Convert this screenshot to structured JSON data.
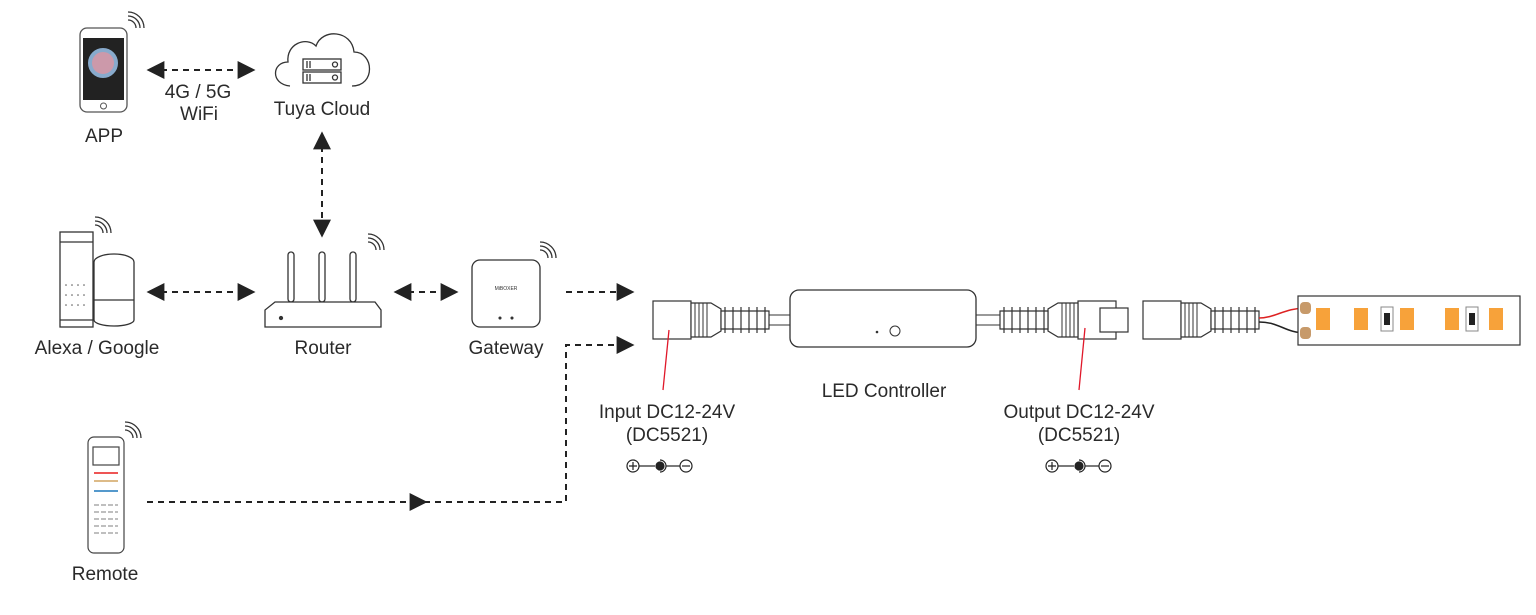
{
  "nodes": {
    "app": "APP",
    "cloud": "Tuya Cloud",
    "link_app_cloud": [
      "4G / 5G",
      "WiFi"
    ],
    "voice": "Alexa / Google",
    "router": "Router",
    "gateway": "Gateway",
    "remote": "Remote",
    "controller": "LED Controller",
    "gateway_brand": "MiBOXER"
  },
  "ports": {
    "input": {
      "title": "Input DC12-24V",
      "type": "(DC5521)"
    },
    "output": {
      "title": "Output DC12-24V",
      "type": "(DC5521)"
    }
  },
  "colors": {
    "leader": "#e0182a",
    "led": "#f7a23a",
    "pad": "#c79a6a",
    "line": "#222222"
  }
}
